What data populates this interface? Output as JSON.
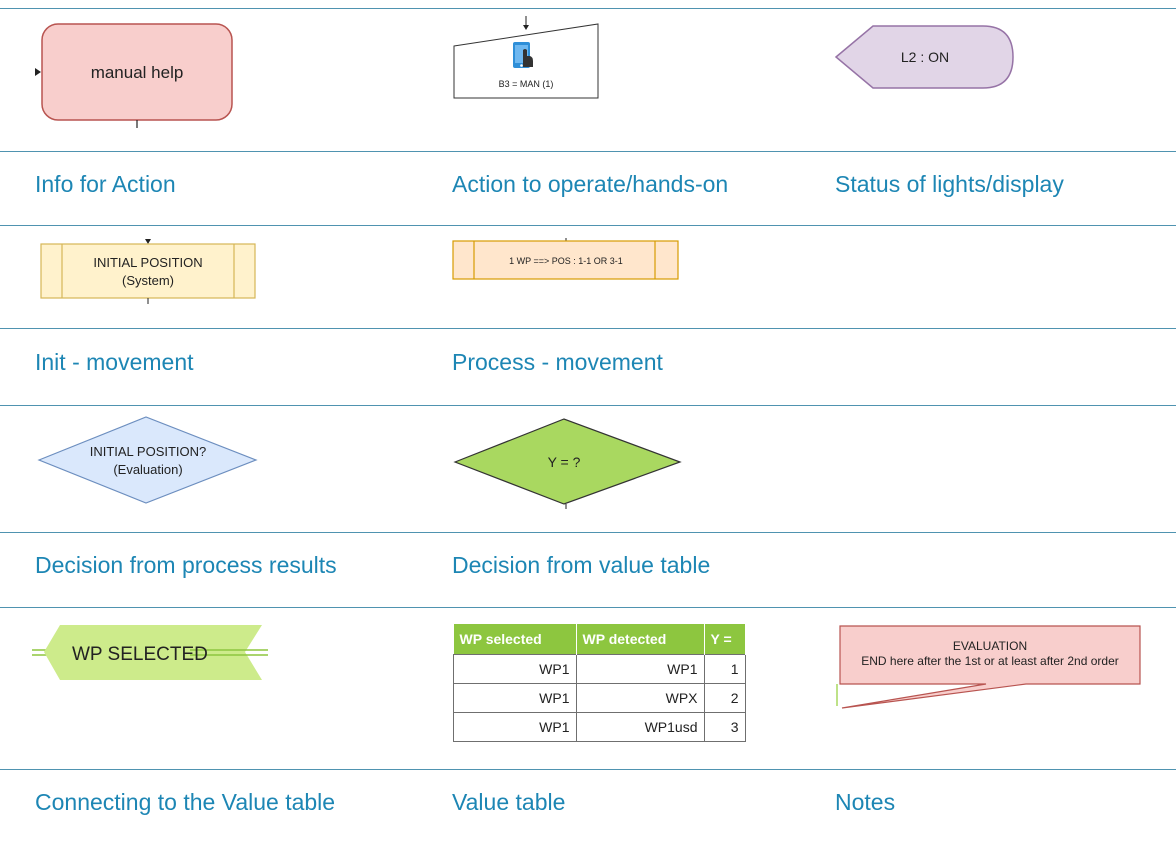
{
  "captions": {
    "info_for_action": "Info for Action",
    "action_to_operate": "Action to operate/hands-on",
    "status_of_lights": "Status of lights/display",
    "init_movement": "Init - movement",
    "process_movement": "Process - movement",
    "decision_process_results": "Decision from process results",
    "decision_value_table": "Decision from value table",
    "connecting_value_table": "Connecting to the Value table",
    "value_table": "Value table",
    "notes": "Notes"
  },
  "shapes": {
    "manual_help": "manual help",
    "action_label": "B3 = MAN (1)",
    "status_label": "L2 : ON",
    "init_line1": "INITIAL POSITION",
    "init_line2": "(System)",
    "process_label": "1 WP ==> POS : 1-1 OR 3-1",
    "decision1_line1": "INITIAL POSITION?",
    "decision1_line2": "(Evaluation)",
    "decision2_label": "Y = ?",
    "connector_label": "WP SELECTED",
    "note_line1": "EVALUATION",
    "note_line2": "END here after the 1st or at least after 2nd order"
  },
  "value_table": {
    "headers": [
      "WP selected",
      "WP detected",
      "Y ="
    ],
    "rows": [
      [
        "WP1",
        "WP1",
        "1"
      ],
      [
        "WP1",
        "WPX",
        "2"
      ],
      [
        "WP1",
        "WP1usd",
        "3"
      ]
    ]
  },
  "colors": {
    "caption": "#1d86b4",
    "rule": "#4f93b0",
    "info_fill": "#f8cecc",
    "info_stroke": "#b85450",
    "status_fill": "#e1d5e7",
    "status_stroke": "#9673a6",
    "movement_fill": "#fff2cc",
    "movement_stroke": "#d6b656",
    "process_fill": "#ffe6cc",
    "process_stroke": "#d79b00",
    "decision_fill": "#dae8fc",
    "decision_stroke": "#6c8ebf",
    "green": "#8dc63f",
    "green_light": "#cdeb8b"
  },
  "icons": [
    "tablet-touch-icon",
    "arrow-down-icon",
    "arrow-right-icon"
  ]
}
